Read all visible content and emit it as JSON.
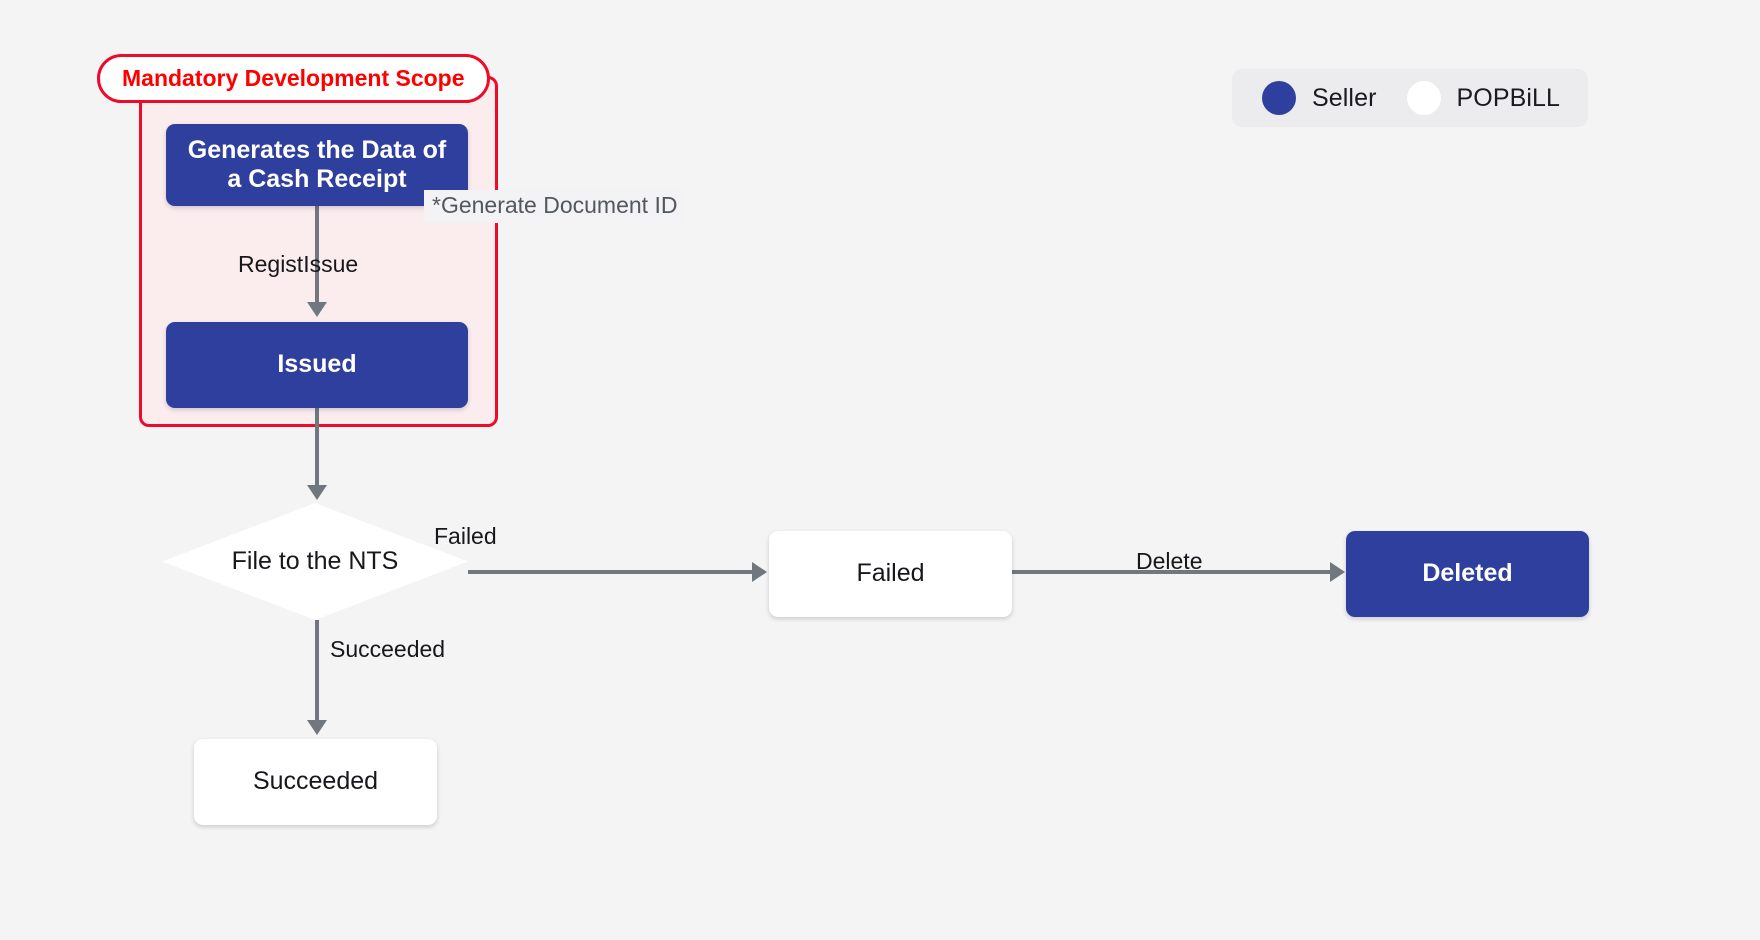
{
  "legend": {
    "entries": [
      {
        "label": "Seller",
        "color": "#2f3f9e",
        "icon": "filled-circle-icon"
      },
      {
        "label": "POPBiLL",
        "color": "#ffffff",
        "icon": "hollow-circle-icon"
      }
    ]
  },
  "scope": {
    "title": "Mandatory Development Scope",
    "border_color": "#ee0b2a",
    "title_color": "#ff0000",
    "fill_color": "#fdebec"
  },
  "nodes": {
    "generate": {
      "label": "Generates the Data of a Cash Receipt",
      "line1": "Generates the Data of",
      "line2": "a Cash Receipt",
      "owner": "Seller",
      "color": "#2f3f9e"
    },
    "issued": {
      "label": "Issued",
      "owner": "Seller",
      "color": "#2f3f9e"
    },
    "decision": {
      "label": "File to the NTS",
      "shape": "diamond",
      "owner": "POPBiLL",
      "color": "#ffffff"
    },
    "failed": {
      "label": "Failed",
      "owner": "POPBiLL",
      "color": "#ffffff"
    },
    "deleted": {
      "label": "Deleted",
      "owner": "Seller",
      "color": "#2f3f9e"
    },
    "succeeded": {
      "label": "Succeeded",
      "owner": "POPBiLL",
      "color": "#ffffff"
    }
  },
  "edges": {
    "regist_issue": "RegistIssue",
    "failed_branch": "Failed",
    "succeeded_branch": "Succeeded",
    "delete": "Delete"
  },
  "annotations": {
    "generate_document_id": "*Generate Document ID"
  },
  "colors": {
    "background": "#f4f4f5",
    "edge": "#71777e",
    "accent_blue": "#2f3f9e",
    "accent_red": "#ee0b2a"
  }
}
